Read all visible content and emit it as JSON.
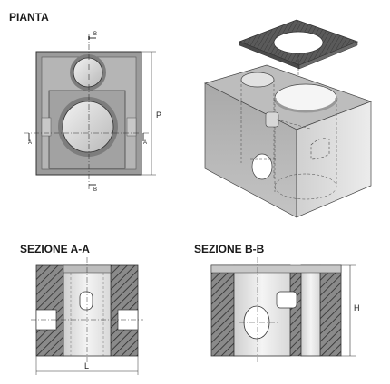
{
  "headings": {
    "plan": "PIANTA",
    "section_aa": "SEZIONE A-A",
    "section_bb": "SEZIONE B-B"
  },
  "labels": {
    "cut_b": "B",
    "cut_a": "A",
    "depth": "P",
    "length": "L",
    "height": "H"
  }
}
